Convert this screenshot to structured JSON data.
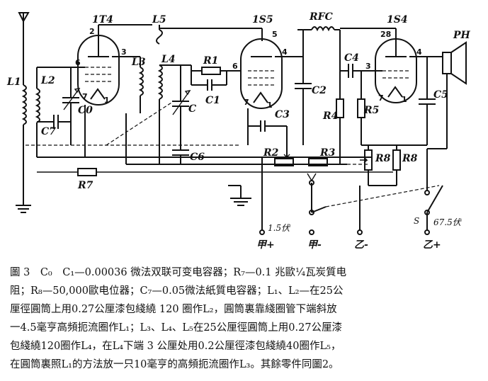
{
  "diagram": {
    "tubes": {
      "t1": "1T4",
      "t2": "1S5",
      "t3": "1S4"
    },
    "components": {
      "L1": "L1",
      "L2": "L2",
      "L3": "L3",
      "L4": "L4",
      "L5": "L5",
      "C0": "C0",
      "C": "C",
      "C1": "C1",
      "C2": "C2",
      "C3": "C3",
      "C4": "C4",
      "C5": "C5",
      "C6": "C6",
      "C7": "C7",
      "R1": "R1",
      "R2": "R2",
      "R3": "R3",
      "R4": "R4",
      "R5": "R5",
      "R7": "R7",
      "R8a": "R8",
      "R8b": "R8",
      "RFC": "RFC",
      "PH": "PH"
    },
    "pins": {
      "t1_top": "2",
      "t1_grid": "6",
      "t1_plate": "3",
      "t1_cat": "7",
      "t1_fil": "1",
      "t2_top": "5",
      "t2_grid": "6",
      "t2_plate": "4",
      "t2_cat": "7",
      "t2_fil": "1",
      "t3_top": "28",
      "t3_grid": "3",
      "t3_plate": "4",
      "t3_cat": "7",
      "t3_fil": "1"
    },
    "terminals": {
      "a_plus": "1.5伏",
      "a_plus_label": "甲+",
      "a_minus_label": "甲-",
      "b_minus_label": "乙-",
      "b_plus_voltage": "67.5伏",
      "b_plus_label": "乙+",
      "switch": "S"
    }
  },
  "caption": {
    "line1": "圖 3　C₀　C₁—0.00036 微法双联可变电容器；R₇—0.1 兆歐¼瓦炭質电",
    "line2": "阻；R₈—50,000歐电位器；C₇—0.05微法紙質电容器；L₁、L₂—在25公",
    "line3": "厘徑圓筒上用0.27公厘漆包綫繞 120 圈作L₂，圓筒裏靠綫圈管下端斜放",
    "line4": "一4.5毫亨高頻扼流圈作L₁；L₃、L₄、L₅在25公厘徑圓筒上用0.27公厘漆",
    "line5": "包綫繞120圈作L₄，在L₄下端 3 公厘处用0.2公厘徑漆包綫繞40圈作L₅，",
    "line6": "在圓筒裏照L₁的方法放一只10毫亨的高頻扼流圈作L₃。其餘零件同圖2。"
  }
}
